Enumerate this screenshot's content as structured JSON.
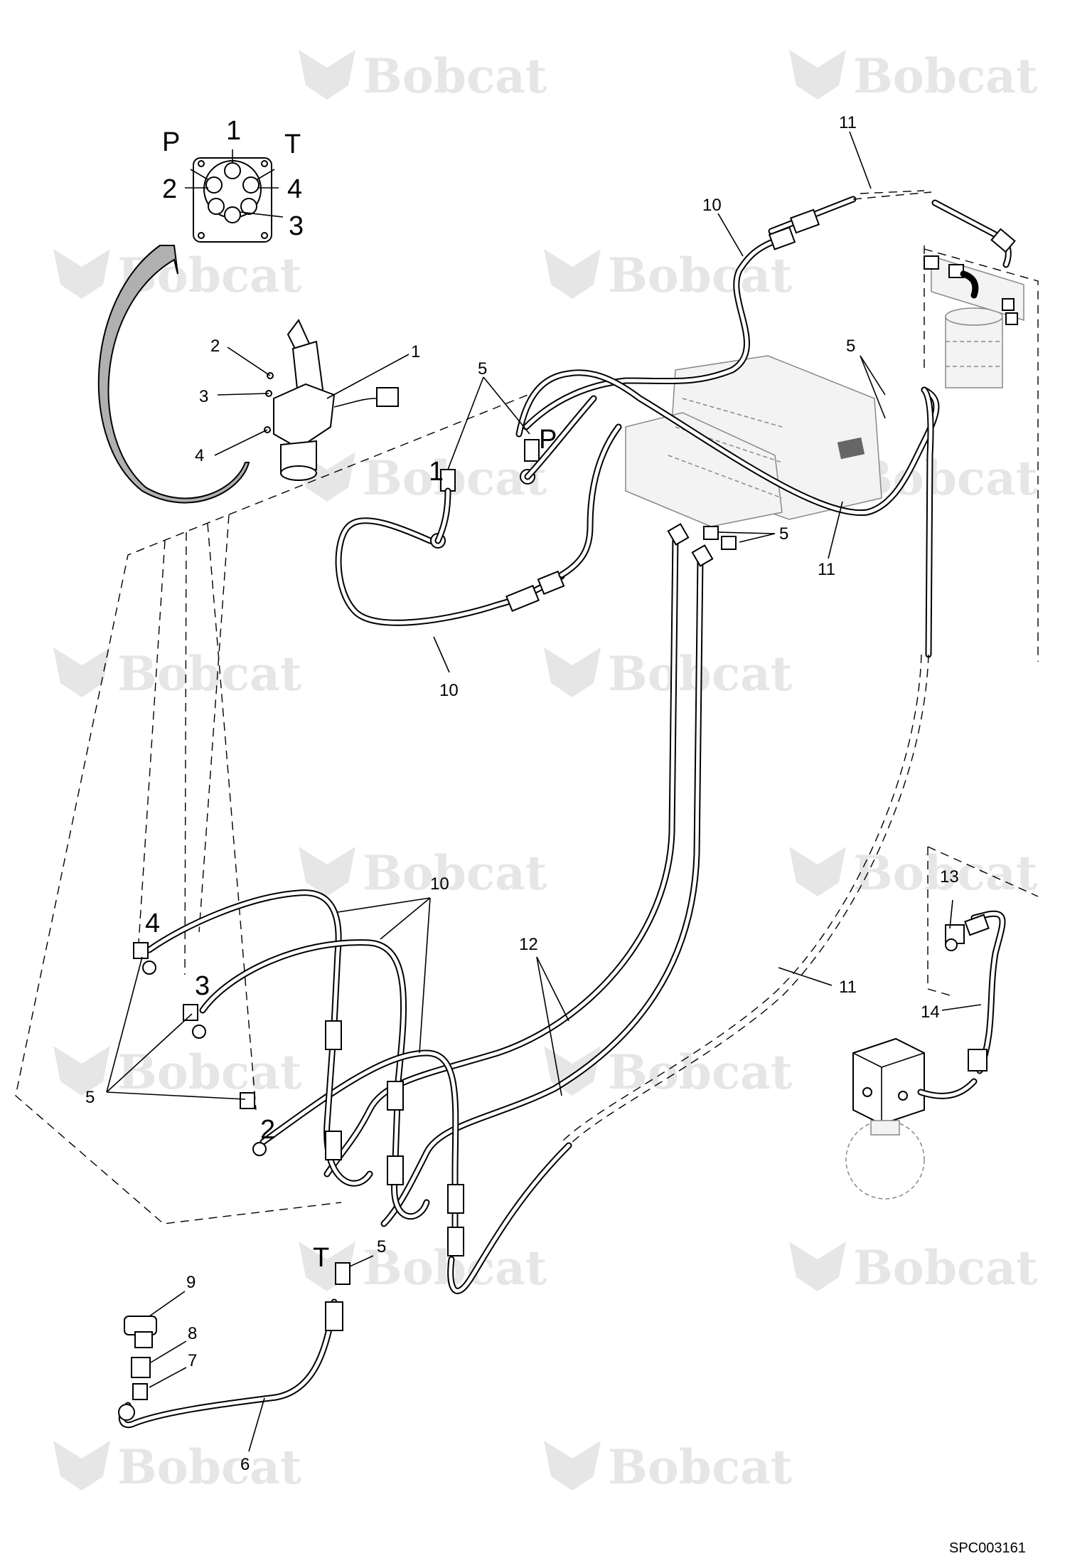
{
  "watermark": {
    "brand": "Bobcat"
  },
  "reference_code": "SPC003161",
  "detail_port_labels": {
    "p": "P",
    "t": "T",
    "one": "1",
    "two": "2",
    "three": "3",
    "four": "4"
  },
  "callouts": {
    "c1": "1",
    "c2": "2",
    "c3": "3",
    "c4": "4",
    "c5a": "5",
    "c5b": "5",
    "c5c": "5",
    "c5d": "5",
    "c5e": "5",
    "c6": "6",
    "c7": "7",
    "c8": "8",
    "c9": "9",
    "c10a": "10",
    "c10b": "10",
    "c10c": "10",
    "c11a": "11",
    "c11b": "11",
    "c11c": "11",
    "c12": "12",
    "c13": "13",
    "c14": "14"
  },
  "port_labels": {
    "p_valve": "P",
    "one_valve": "1",
    "four_joy": "4",
    "three_joy": "3",
    "two_joy": "2",
    "t_tank": "T"
  },
  "colors": {
    "line": "#000000",
    "watermark": "#e6e6e6",
    "ghost": "#8a8a8a"
  }
}
